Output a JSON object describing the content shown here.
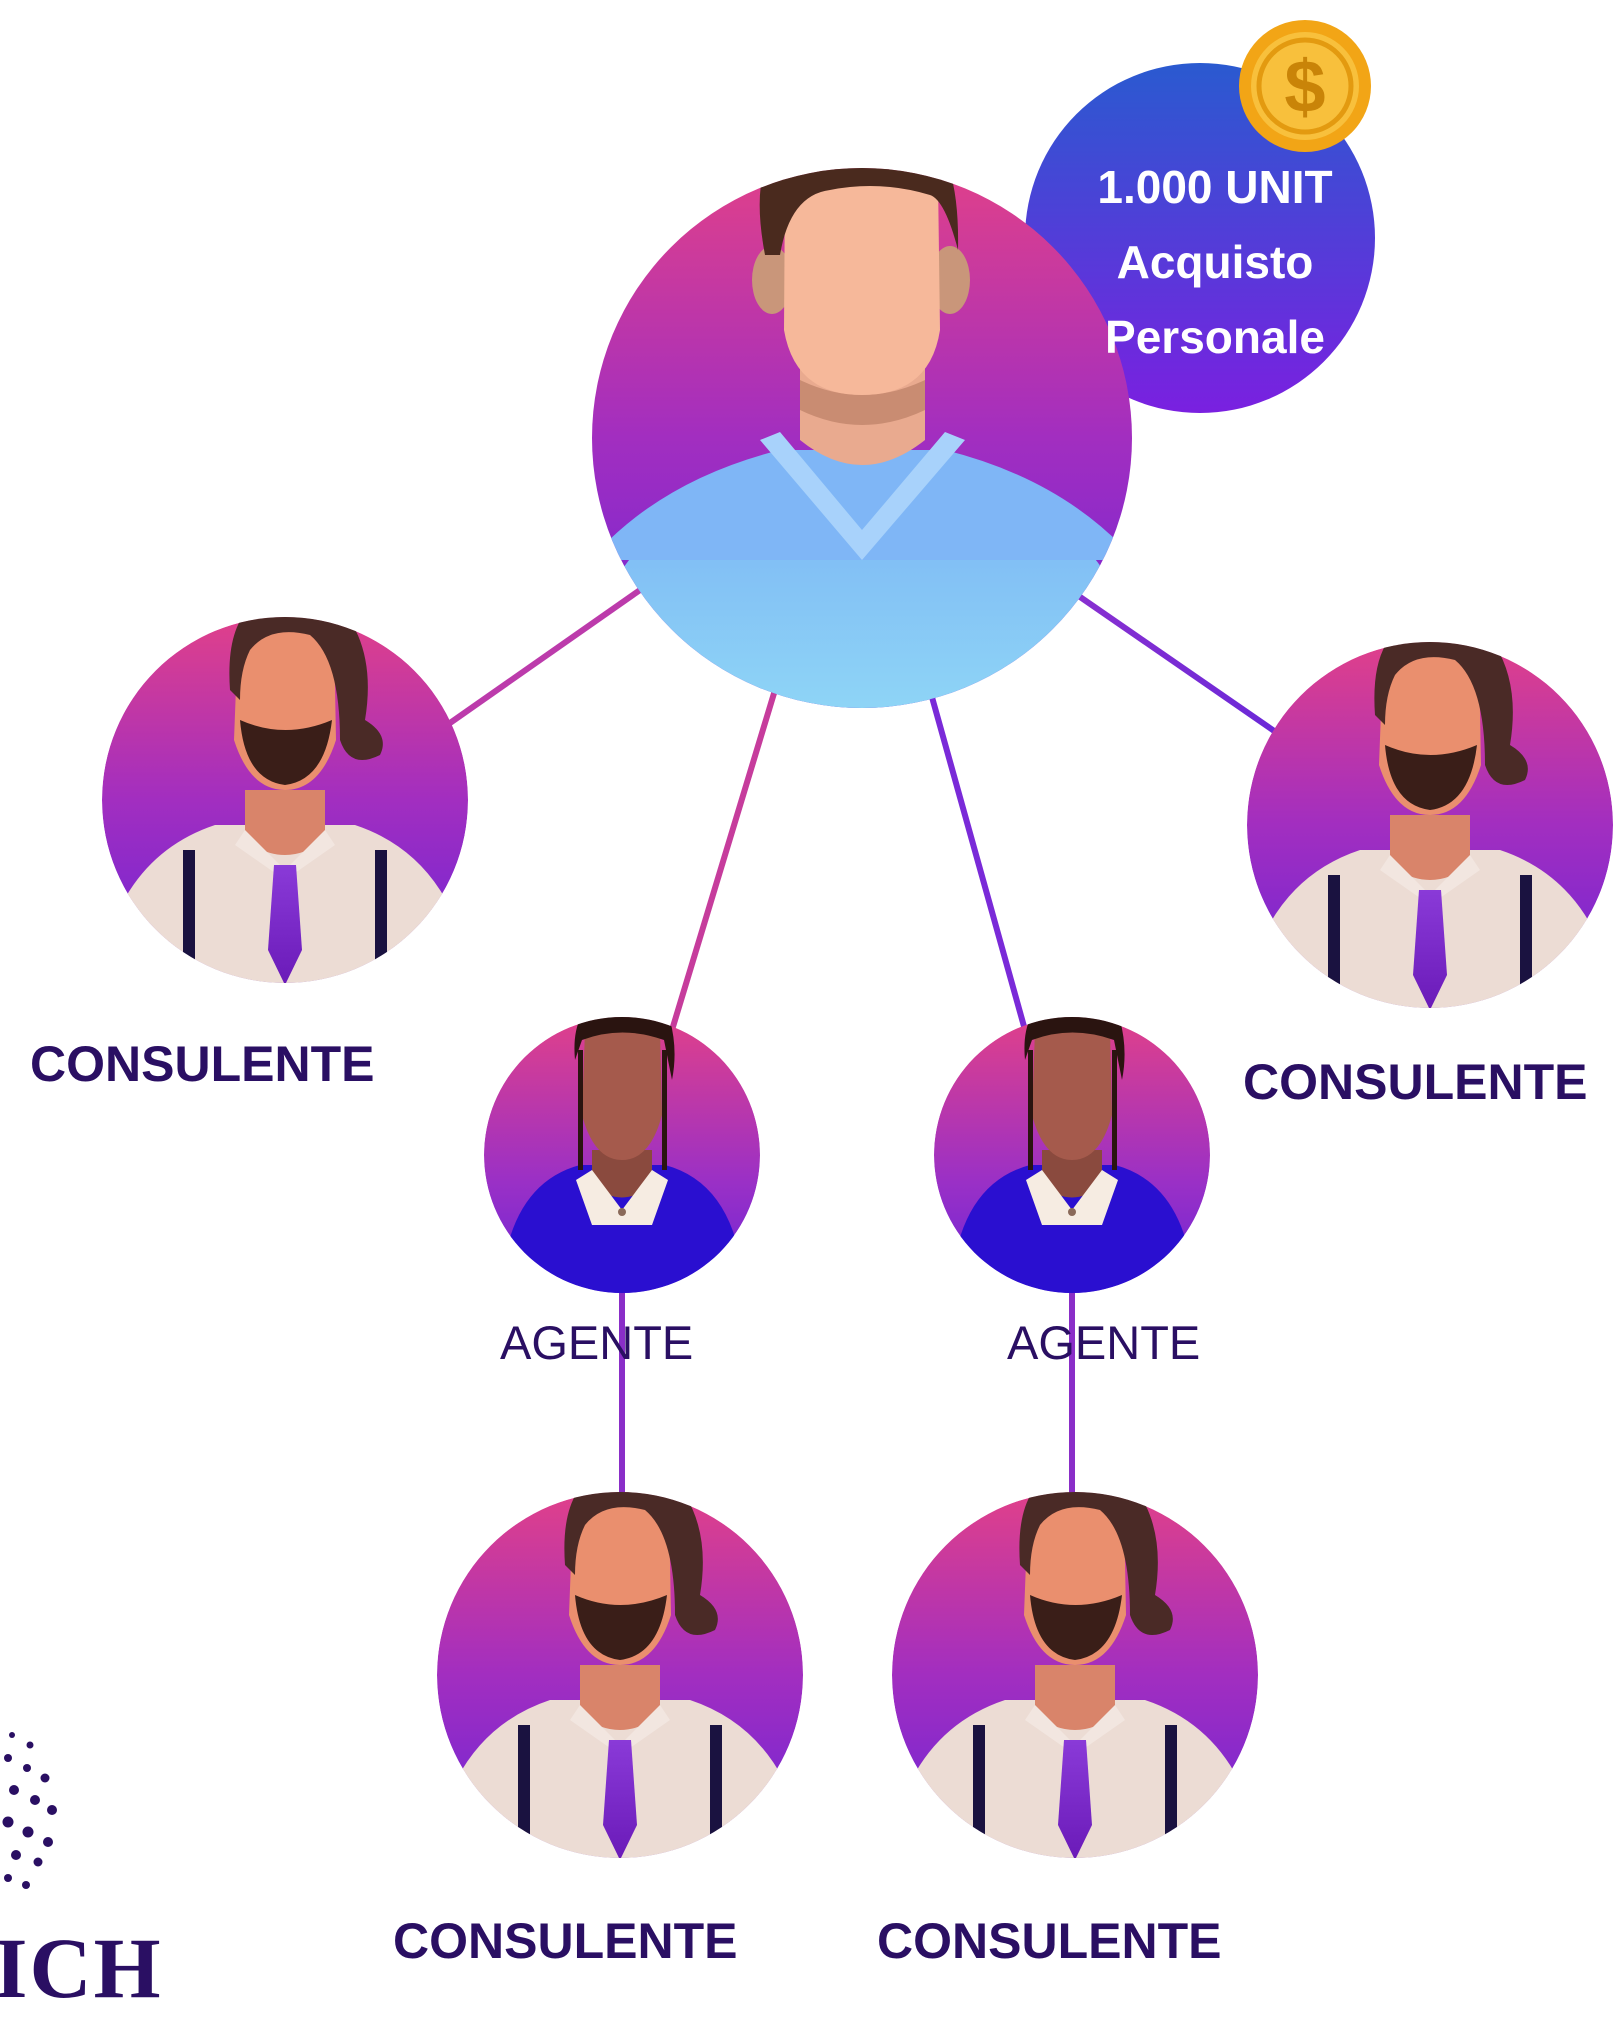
{
  "badge": {
    "line1": "1.000 UNIT",
    "line2": "Acquisto",
    "line3": "Personale",
    "coin_icon": "dollar-coin-icon"
  },
  "labels": {
    "consultant_left": "CONSULENTE",
    "consultant_right": "CONSULENTE",
    "agent_left": "AGENTE",
    "agent_right": "AGENTE",
    "consultant_bottom_left": "CONSULENTE",
    "consultant_bottom_right": "CONSULENTE"
  },
  "logo": {
    "visible_text": "ICH"
  },
  "colors": {
    "label_text": "#2a0f63",
    "circle_top": "#e0408a",
    "circle_mid": "#9a2fc4",
    "circle_bottom": "#6a24d8",
    "badge_top": "#2a5ad0",
    "badge_bottom": "#7a20e0",
    "coin": "#f5b21f",
    "link_pink": "#d03c96",
    "link_purple": "#7a2ad8"
  }
}
